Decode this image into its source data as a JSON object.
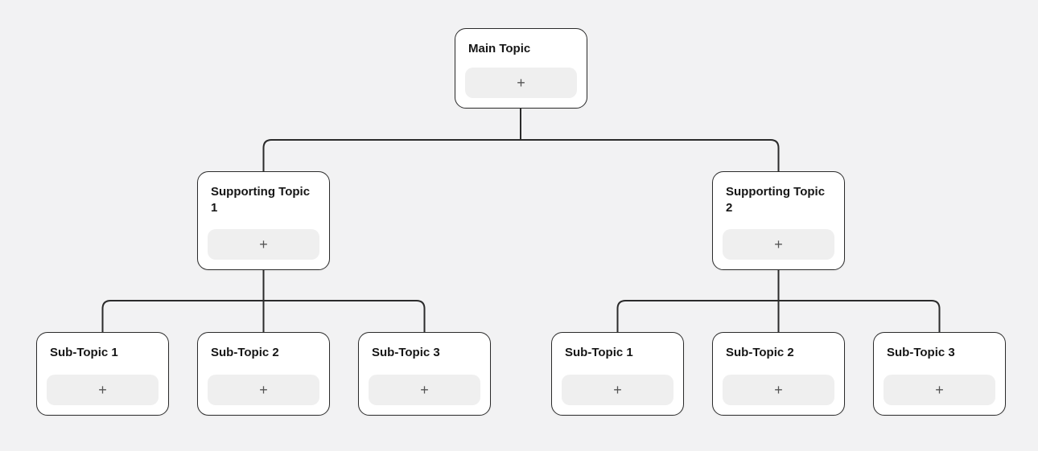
{
  "colors": {
    "canvas_background": "#f2f2f3",
    "node_background": "#ffffff",
    "node_border": "#2b2b2b",
    "add_button_background": "#efefef",
    "add_button_glyph": "#555555",
    "connector": "#2b2b2b"
  },
  "tree": {
    "root": {
      "title": "Main Topic",
      "add_button": "+"
    },
    "children": [
      {
        "title": "Supporting Topic 1",
        "add_button": "+",
        "children": [
          {
            "title": "Sub-Topic 1",
            "add_button": "+"
          },
          {
            "title": "Sub-Topic 2",
            "add_button": "+"
          },
          {
            "title": "Sub-Topic 3",
            "add_button": "+"
          }
        ]
      },
      {
        "title": "Supporting Topic 2",
        "add_button": "+",
        "children": [
          {
            "title": "Sub-Topic 1",
            "add_button": "+"
          },
          {
            "title": "Sub-Topic 2",
            "add_button": "+"
          },
          {
            "title": "Sub-Topic 3",
            "add_button": "+"
          }
        ]
      }
    ]
  }
}
